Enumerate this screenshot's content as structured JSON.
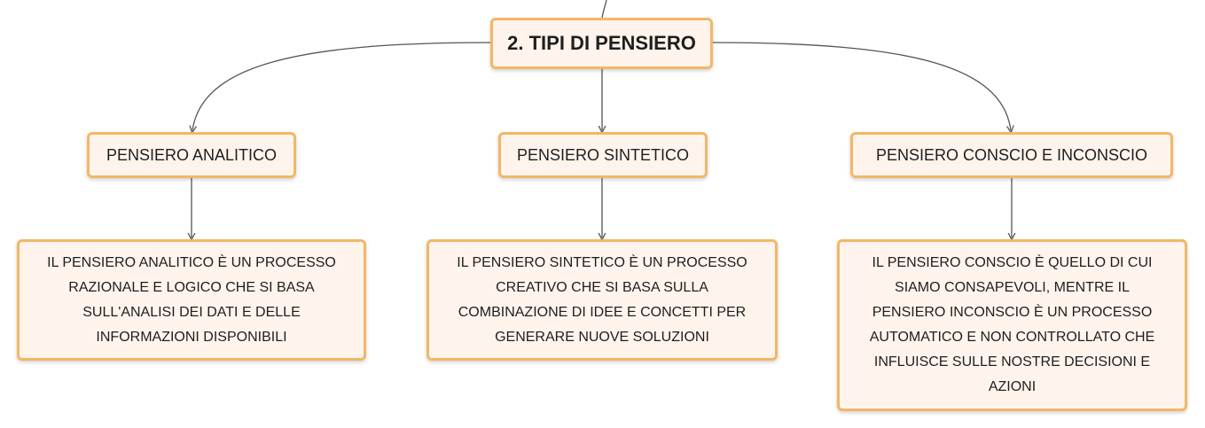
{
  "diagram": {
    "root": {
      "label": "2. TIPI DI PENSIERO"
    },
    "branches": [
      {
        "label": "PENSIERO ANALITICO",
        "detail": "IL PENSIERO ANALITICO È UN PROCESSO RAZIONALE E LOGICO CHE SI BASA SULL'ANALISI DEI DATI E DELLE INFORMAZIONI DISPONIBILI"
      },
      {
        "label": "PENSIERO SINTETICO",
        "detail": "IL PENSIERO SINTETICO È UN PROCESSO CREATIVO CHE SI BASA SULLA COMBINAZIONE DI IDEE E CONCETTI PER GENERARE NUOVE SOLUZIONI"
      },
      {
        "label": "PENSIERO CONSCIO E INCONSCIO",
        "detail": "IL PENSIERO CONSCIO È QUELLO DI CUI SIAMO CONSAPEVOLI, MENTRE IL PENSIERO INCONSCIO È UN PROCESSO AUTOMATICO E NON CONTROLLATO CHE INFLUISCE SULLE NOSTRE DECISIONI E AZIONI"
      }
    ],
    "colors": {
      "node_fill": "#fff4ec",
      "node_border": "#f3b766",
      "connector": "#555555",
      "text": "#1e1e1e"
    }
  }
}
